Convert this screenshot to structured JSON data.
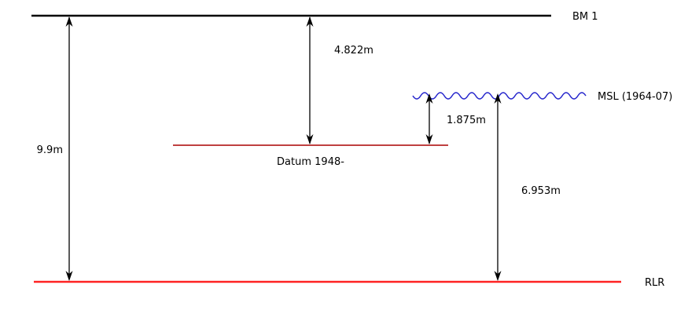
{
  "diagram": {
    "type": "benchmark-levelling-diagram",
    "background_color": "#ffffff",
    "lines": {
      "bm1": {
        "label": "BM 1",
        "color": "#000000"
      },
      "msl": {
        "label": "MSL (1964-07)",
        "color": "#2626cc"
      },
      "datum": {
        "label": "Datum 1948-",
        "color": "#aa0000"
      },
      "rlr": {
        "label": "RLR",
        "color": "#ff2222"
      }
    },
    "arrows": {
      "color": "#000000",
      "bm1_to_rlr": {
        "label": "9.9m",
        "value_m": 9.9,
        "from": "BM 1",
        "to": "RLR"
      },
      "bm1_to_datum": {
        "label": "4.822m",
        "value_m": 4.822,
        "from": "BM 1",
        "to": "Datum 1948-"
      },
      "msl_to_datum": {
        "label": "1.875m",
        "value_m": 1.875,
        "from": "MSL (1964-07)",
        "to": "Datum 1948-"
      },
      "msl_to_rlr": {
        "label": "6.953m",
        "value_m": 6.953,
        "from": "MSL (1964-07)",
        "to": "RLR"
      }
    }
  }
}
